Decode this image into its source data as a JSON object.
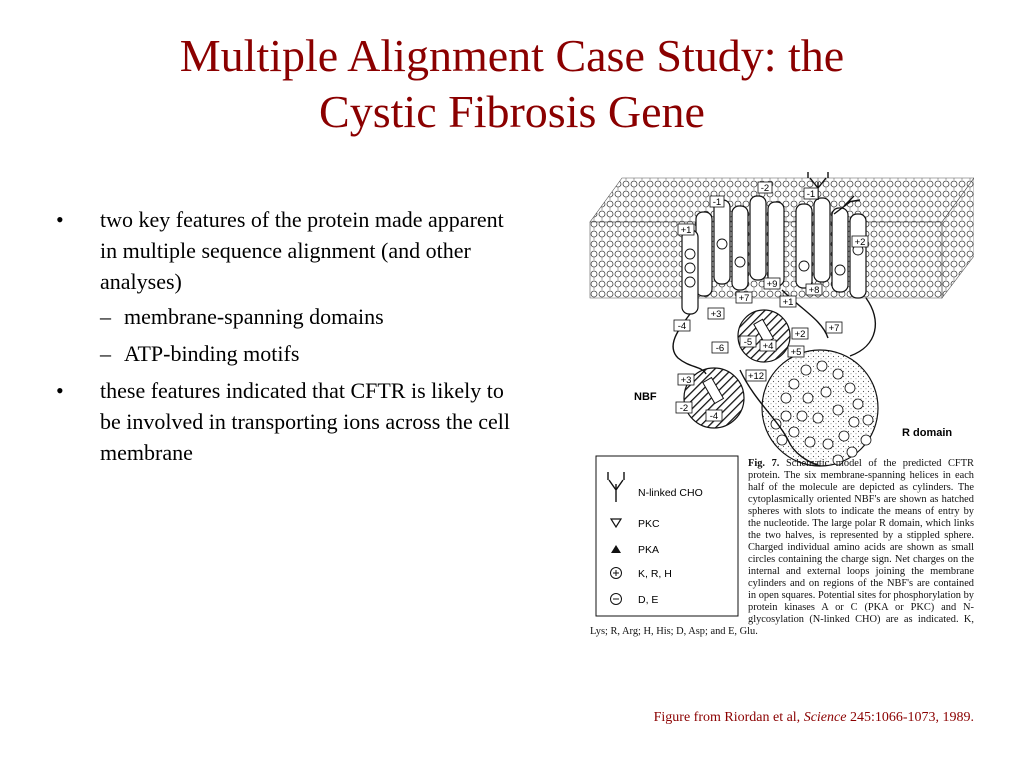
{
  "slide": {
    "title_line1": "Multiple Alignment Case Study: the",
    "title_line2": "Cystic Fibrosis Gene",
    "bullets": [
      "two key features of the protein made apparent in multiple sequence alignment (and other analyses)",
      "these features indicated that CFTR is likely to be involved in transporting ions across the cell membrane"
    ],
    "sub_bullets": [
      "membrane-spanning domains",
      "ATP-binding motifs"
    ],
    "bullet_marker": "•",
    "sub_marker": "–"
  },
  "figure": {
    "nbf_label": "NBF",
    "r_domain_label": "R domain",
    "charge_boxes": [
      "-1",
      "-2",
      "-1",
      "+1",
      "+2",
      "+3",
      "+9",
      "+8",
      "+7",
      "+1",
      "-4",
      "-5",
      "+4",
      "+2",
      "+5",
      "+7",
      "-6",
      "+12",
      "+3",
      "-2",
      "-4"
    ],
    "legend": {
      "items": [
        "N-linked CHO",
        "PKC",
        "PKA",
        "K, R, H",
        "D, E"
      ]
    },
    "caption_label": "Fig. 7.",
    "caption_text": "Schematic model of the predicted CFTR protein. The six membrane-spanning helices in each half of the molecule are depicted as cylinders. The cytoplasmically oriented NBF's are shown as hatched spheres with slots to indicate the means of entry by the nucleotide. The large polar R domain, which links the two halves, is represented by a stippled sphere. Charged individual amino acids are shown as small circles containing the charge sign. Net charges on the internal and external loops joining the membrane cylinders and on regions of the NBF's are contained in open squares. Potential sites for phosphorylation by protein kinases A or C (PKA or PKC) and N-glycosylation (N-linked CHO) are as indicated. K, Lys; R, Arg; H, His; D, Asp; and E, Glu."
  },
  "credit": {
    "prefix": "Figure from Riordan et al, ",
    "journal": "Science",
    "suffix": " 245:1066-1073, 1989."
  }
}
